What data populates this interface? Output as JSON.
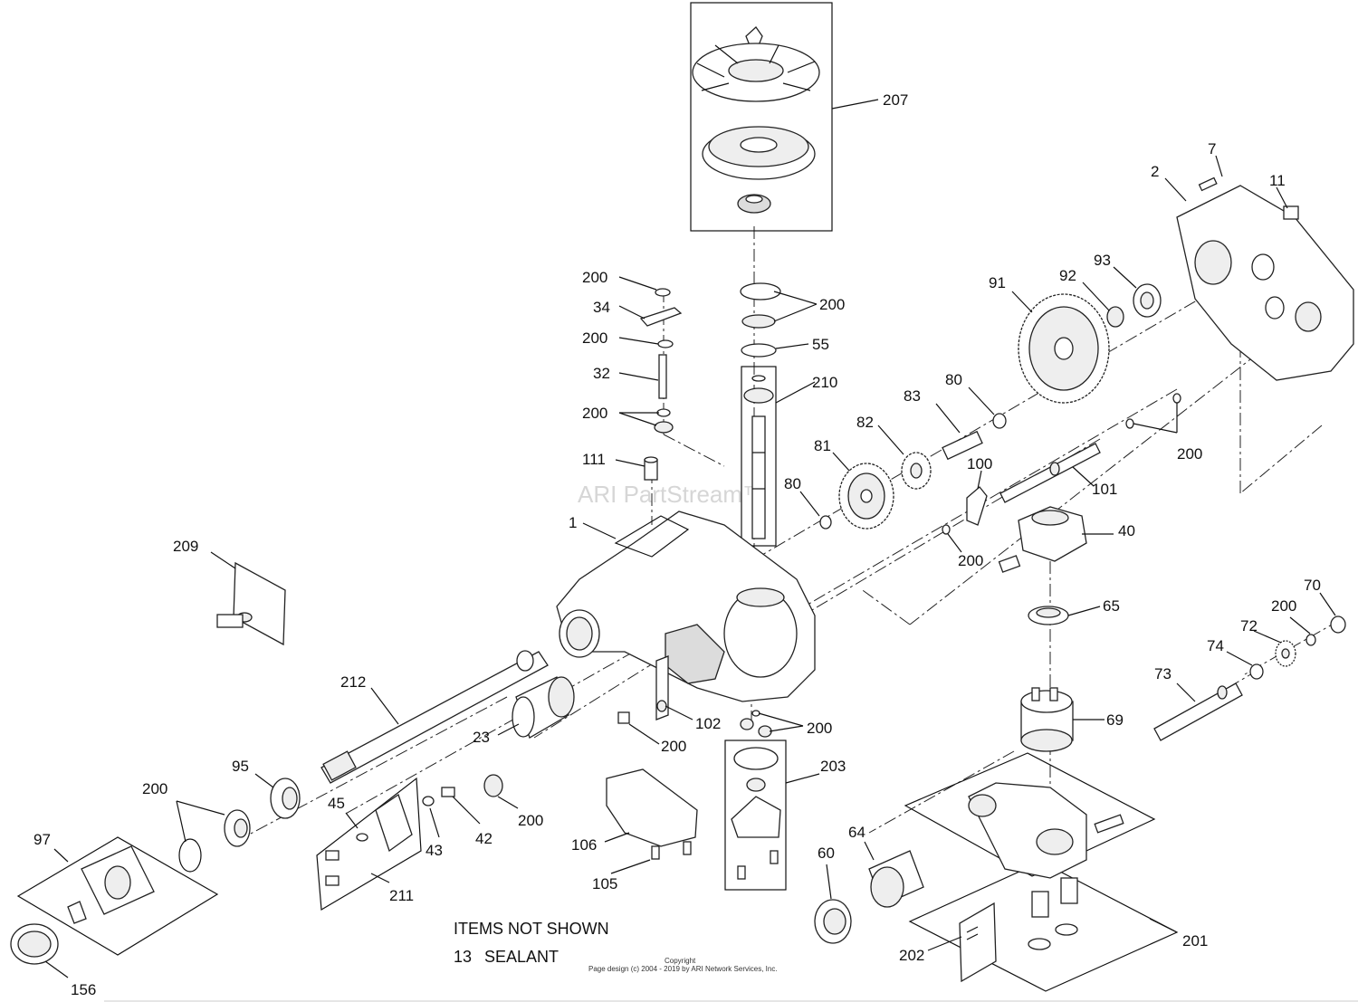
{
  "watermark": "ARI PartStream™",
  "callouts": {
    "c207": "207",
    "c7": "7",
    "c2": "2",
    "c11": "11",
    "c200a": "200",
    "c34": "34",
    "c200b": "200",
    "c32": "32",
    "c200c": "200",
    "c200d": "200",
    "c55": "55",
    "c210": "210",
    "c91": "91",
    "c92": "92",
    "c93": "93",
    "c83": "83",
    "c80a": "80",
    "c82": "82",
    "c81": "81",
    "c80b": "80",
    "c111": "111",
    "c1": "1",
    "c100": "100",
    "c101": "101",
    "c200e": "200",
    "c40": "40",
    "c200f": "200",
    "c209": "209",
    "c65": "65",
    "c70": "70",
    "c200g": "200",
    "c72": "72",
    "c74": "74",
    "c73": "73",
    "c212": "212",
    "c69": "69",
    "c23": "23",
    "c102": "102",
    "c200h": "200",
    "c200i": "200",
    "c95": "95",
    "c200j": "200",
    "c203": "203",
    "c45": "45",
    "c42": "42",
    "c200k": "200",
    "c43": "43",
    "c97": "97",
    "c106": "106",
    "c64": "64",
    "c60": "60",
    "c105": "105",
    "c211": "211",
    "c201": "201",
    "c202": "202",
    "c156": "156"
  },
  "notes": {
    "heading": "ITEMS NOT SHOWN",
    "item_number": "13",
    "item_name": "SEALANT"
  },
  "copyright": {
    "line1": "Copyright",
    "line2": "Page design (c) 2004 - 2019 by ARI Network Services, Inc."
  }
}
